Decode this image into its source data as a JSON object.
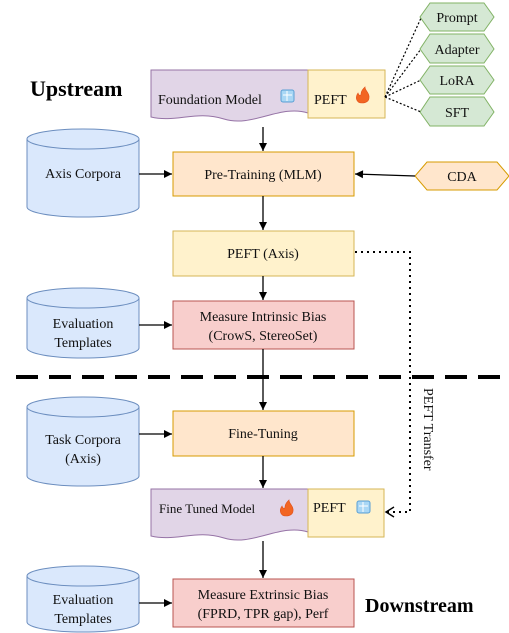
{
  "upstream_label": "Upstream",
  "downstream_label": "Downstream",
  "foundation_model": {
    "label": "Foundation Model",
    "icon": "ice-cube-icon"
  },
  "peft_upstream": {
    "label": "PEFT",
    "icon": "fire-icon"
  },
  "peft_methods": [
    "Prompt",
    "Adapter",
    "LoRA",
    "SFT"
  ],
  "axis_corpora": "Axis Corpora",
  "pretraining": "Pre-Training (MLM)",
  "cda": "CDA",
  "peft_axis": "PEFT (Axis)",
  "eval_templates_1": [
    "Evaluation",
    "Templates"
  ],
  "intrinsic": [
    "Measure Intrinsic Bias",
    "(CrowS, StereoSet)"
  ],
  "peft_transfer": "PEFT Transfer",
  "task_corpora": [
    "Task Corpora",
    "(Axis)"
  ],
  "finetuning": "Fine-Tuning",
  "finetuned_model": {
    "label": "Fine Tuned Model",
    "icon": "fire-icon"
  },
  "peft_downstream": {
    "label": "PEFT",
    "icon": "ice-cube-icon"
  },
  "eval_templates_2": [
    "Evaluation",
    "Templates"
  ],
  "extrinsic": [
    "Measure Extrinsic Bias",
    "(FPRD, TPR gap), Perf"
  ],
  "colors": {
    "purple": "#e1d5e7",
    "yellow": "#fff2cc",
    "orange": "#ffe6cc",
    "red": "#f8cecc",
    "blue": "#dae8fc",
    "green": "#d5e8d4"
  }
}
